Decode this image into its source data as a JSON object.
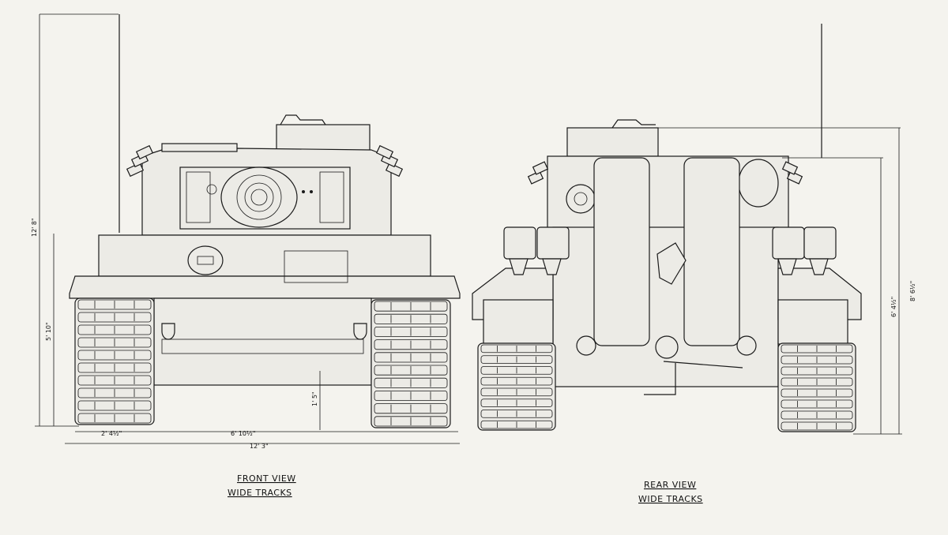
{
  "front": {
    "caption_line1": "FRONT VIEW",
    "caption_line2": "WIDE TRACKS",
    "dims": {
      "overall_height": "12' 8\"",
      "hull_height": "5' 10\"",
      "ground_clearance": "1' 5\"",
      "track_width": "2' 4½\"",
      "track_gauge": "6' 10½\"",
      "overall_width": "12' 3\""
    }
  },
  "rear": {
    "caption_line1": "REAR VIEW",
    "caption_line2": "WIDE TRACKS",
    "dims": {
      "turret_roof_height": "8' 6½\"",
      "hull_roof_height": "6' 4½\""
    }
  },
  "colors": {
    "paper": "#f4f3ee",
    "ink": "#1a1a1a"
  }
}
